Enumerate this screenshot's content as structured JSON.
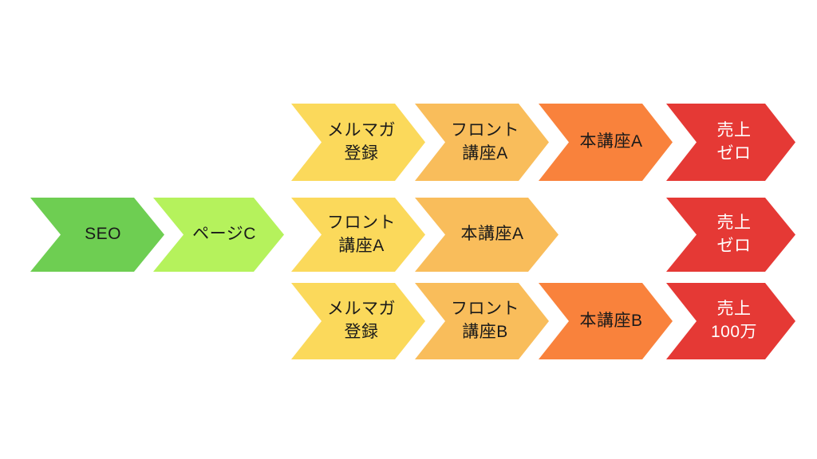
{
  "diagram": {
    "type": "funnel-flow-chevrons",
    "background": "#ffffff",
    "palette": {
      "green": "#6ECE52",
      "light_green": "#B5F25C",
      "yellow": "#FBD95B",
      "light_orange": "#F9B košik",
      "orange_light": "#F9B köz",
      "orange": "#F9823C",
      "red": "#E53935"
    },
    "entry": {
      "label": "entry-path",
      "steps": [
        {
          "id": "seo",
          "text": "SEO",
          "color": "#6ECE52",
          "text_color": "#1a1a1a",
          "lines": 1
        },
        {
          "id": "page-c",
          "text": "ページC",
          "color": "#B5F25C",
          "text_color": "#1a1a1a",
          "lines": 1
        }
      ]
    },
    "rows": [
      {
        "id": "row-1",
        "steps": [
          {
            "id": "r1-s1",
            "text": "メルマガ\n登録",
            "color": "#FBD95B",
            "text_color": "#1a1a1a",
            "lines": 2
          },
          {
            "id": "r1-s2",
            "text": "フロント\n講座A",
            "color": "#F9B köz",
            "text_color": "#1a1a1a",
            "lines": 2
          },
          {
            "id": "r1-s3",
            "text": "本講座A",
            "color": "#F9823C",
            "text_color": "#1a1a1a",
            "lines": 1
          },
          {
            "id": "r1-s4",
            "text": "売上\nゼロ",
            "color": "#E53935",
            "text_color": "#ffffff",
            "lines": 2
          }
        ]
      },
      {
        "id": "row-2",
        "steps": [
          {
            "id": "r2-s1",
            "text": "フロント\n講座A",
            "color": "#FBD95B",
            "text_color": "#1a1a1a",
            "lines": 2
          },
          {
            "id": "r2-s2",
            "text": "本講座A",
            "color": "#F9B köz",
            "text_color": "#1a1a1a",
            "lines": 1
          },
          {
            "id": "r2-s4",
            "text": "売上\nゼロ",
            "color": "#E53935",
            "text_color": "#ffffff",
            "lines": 2
          }
        ]
      },
      {
        "id": "row-3",
        "steps": [
          {
            "id": "r3-s1",
            "text": "メルマガ\n登録",
            "color": "#FBD95B",
            "text_color": "#1a1a1a",
            "lines": 2
          },
          {
            "id": "r3-s2",
            "text": "フロント\n講座B",
            "color": "#F9B köz",
            "text_color": "#1a1a1a",
            "lines": 2
          },
          {
            "id": "r3-s3",
            "text": "本講座B",
            "color": "#F9823C",
            "text_color": "#1a1a1a",
            "lines": 1
          },
          {
            "id": "r3-s4",
            "text": "売上\n100万",
            "color": "#E53935",
            "text_color": "#ffffff",
            "lines": 2
          }
        ]
      }
    ]
  }
}
